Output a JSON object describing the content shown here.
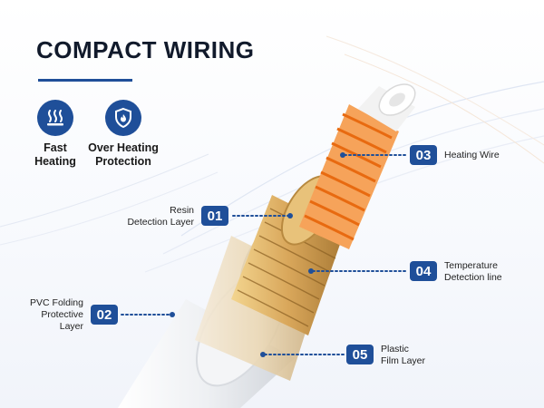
{
  "title": "COMPACT WIRING",
  "features": [
    {
      "icon": "fast-heating-icon",
      "label": "Fast\nHeating"
    },
    {
      "icon": "overheat-protection-icon",
      "label": "Over Heating\nProtection"
    }
  ],
  "callouts": [
    {
      "number": "01",
      "text": "Resin\nDetection Layer"
    },
    {
      "number": "02",
      "text": "PVC Folding\nProtective\nLayer"
    },
    {
      "number": "03",
      "text": "Heating Wire"
    },
    {
      "number": "04",
      "text": "Temperature\nDetection line"
    },
    {
      "number": "05",
      "text": "Plastic\nFilm Layer"
    }
  ],
  "colors": {
    "accent": "#1f4f99",
    "heating_wire": "#f07a1f",
    "copper": "#d9a75b",
    "jacket": "#eceef1"
  }
}
